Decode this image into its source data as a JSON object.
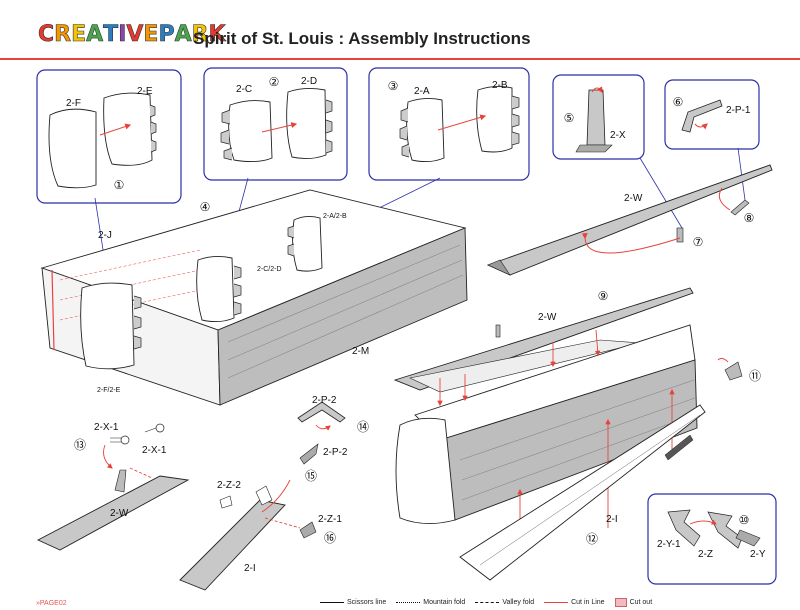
{
  "header": {
    "logo_letters": [
      "C",
      "R",
      "E",
      "A",
      "T",
      "I",
      "V",
      "E",
      " ",
      "P",
      "A",
      "R",
      "K"
    ],
    "logo_colors": [
      "#e63a2e",
      "#f39800",
      "#f5c400",
      "#4aa64a",
      "#2a7ec3",
      "#8e44ad",
      "#e63a2e",
      "#f39800",
      "#ffffff",
      "#2a7ec3",
      "#4aa64a",
      "#f5c400",
      "#e63a2e"
    ],
    "title": "Spirit of St. Louis : Assembly Instructions",
    "rule_color": "#e8433b"
  },
  "steps": {
    "s1": "①",
    "s2": "②",
    "s3": "③",
    "s4": "④",
    "s5": "⑤",
    "s6": "⑥",
    "s7": "⑦",
    "s8": "⑧",
    "s9": "⑨",
    "s10": "⑩",
    "s11": "⑪",
    "s12": "⑫",
    "s13": "⑬",
    "s14": "⑭",
    "s15": "⑮",
    "s16": "⑯"
  },
  "labels": {
    "f2": "2-F",
    "e2": "2-E",
    "c2": "2-C",
    "d2": "2-D",
    "a2": "2-A",
    "b2": "2-B",
    "x2": "2-X",
    "p1": "2-P-1",
    "w2a": "2-W",
    "w2b": "2-W",
    "w2c": "2-W",
    "j2": "2-J",
    "ab2": "2-A/2-B",
    "cd2": "2-C/2-D",
    "fe2": "2-F/2-E",
    "m2": "2-M",
    "x1a": "2-X-1",
    "x1b": "2-X-1",
    "p2a": "2-P-2",
    "p2b": "2-P-2",
    "z2": "2-Z-2",
    "z1": "2-Z-1",
    "i2a": "2-I",
    "i2b": "2-I",
    "y1": "2-Y-1",
    "z": "2-Z",
    "y": "2-Y"
  },
  "footer": {
    "page": "PAGE02",
    "legend": {
      "scissors": "Scissors line",
      "mountain": "Mountain fold",
      "valley": "Valley fold",
      "cut": "Cut in Line",
      "cutout": "Cut out"
    }
  },
  "colors": {
    "panel_border": "#2b2fa8",
    "arrow": "#e8433b",
    "part_fill": "#c8c8c8",
    "part_dark": "#8a8a8a"
  }
}
